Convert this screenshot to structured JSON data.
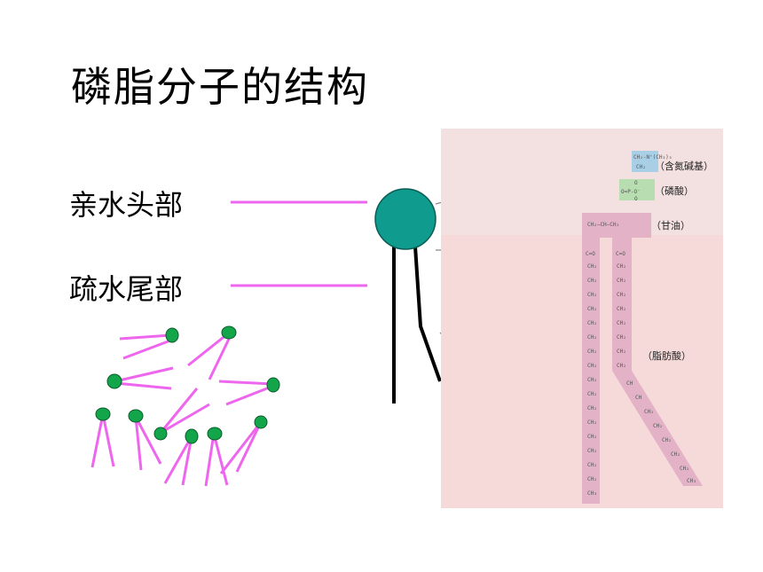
{
  "title": "磷脂分子的结构",
  "labels": {
    "head": "亲水头部",
    "tail": "疏水尾部"
  },
  "structure_labels": {
    "choline": "（含氮碱基）",
    "phosphate": "（磷酸）",
    "glycerol": "（甘油）",
    "fatty_acid": "（脂肪酸）"
  },
  "colors": {
    "head_fill": "#0f9b8e",
    "connector": "#ee66ee",
    "mini_head": "#13a54a",
    "panel_bg": "#f6dada",
    "choline_box": "#a9cfe6",
    "phosphate_box": "#b7ddb0",
    "chain_box": "#e4b2c6"
  }
}
